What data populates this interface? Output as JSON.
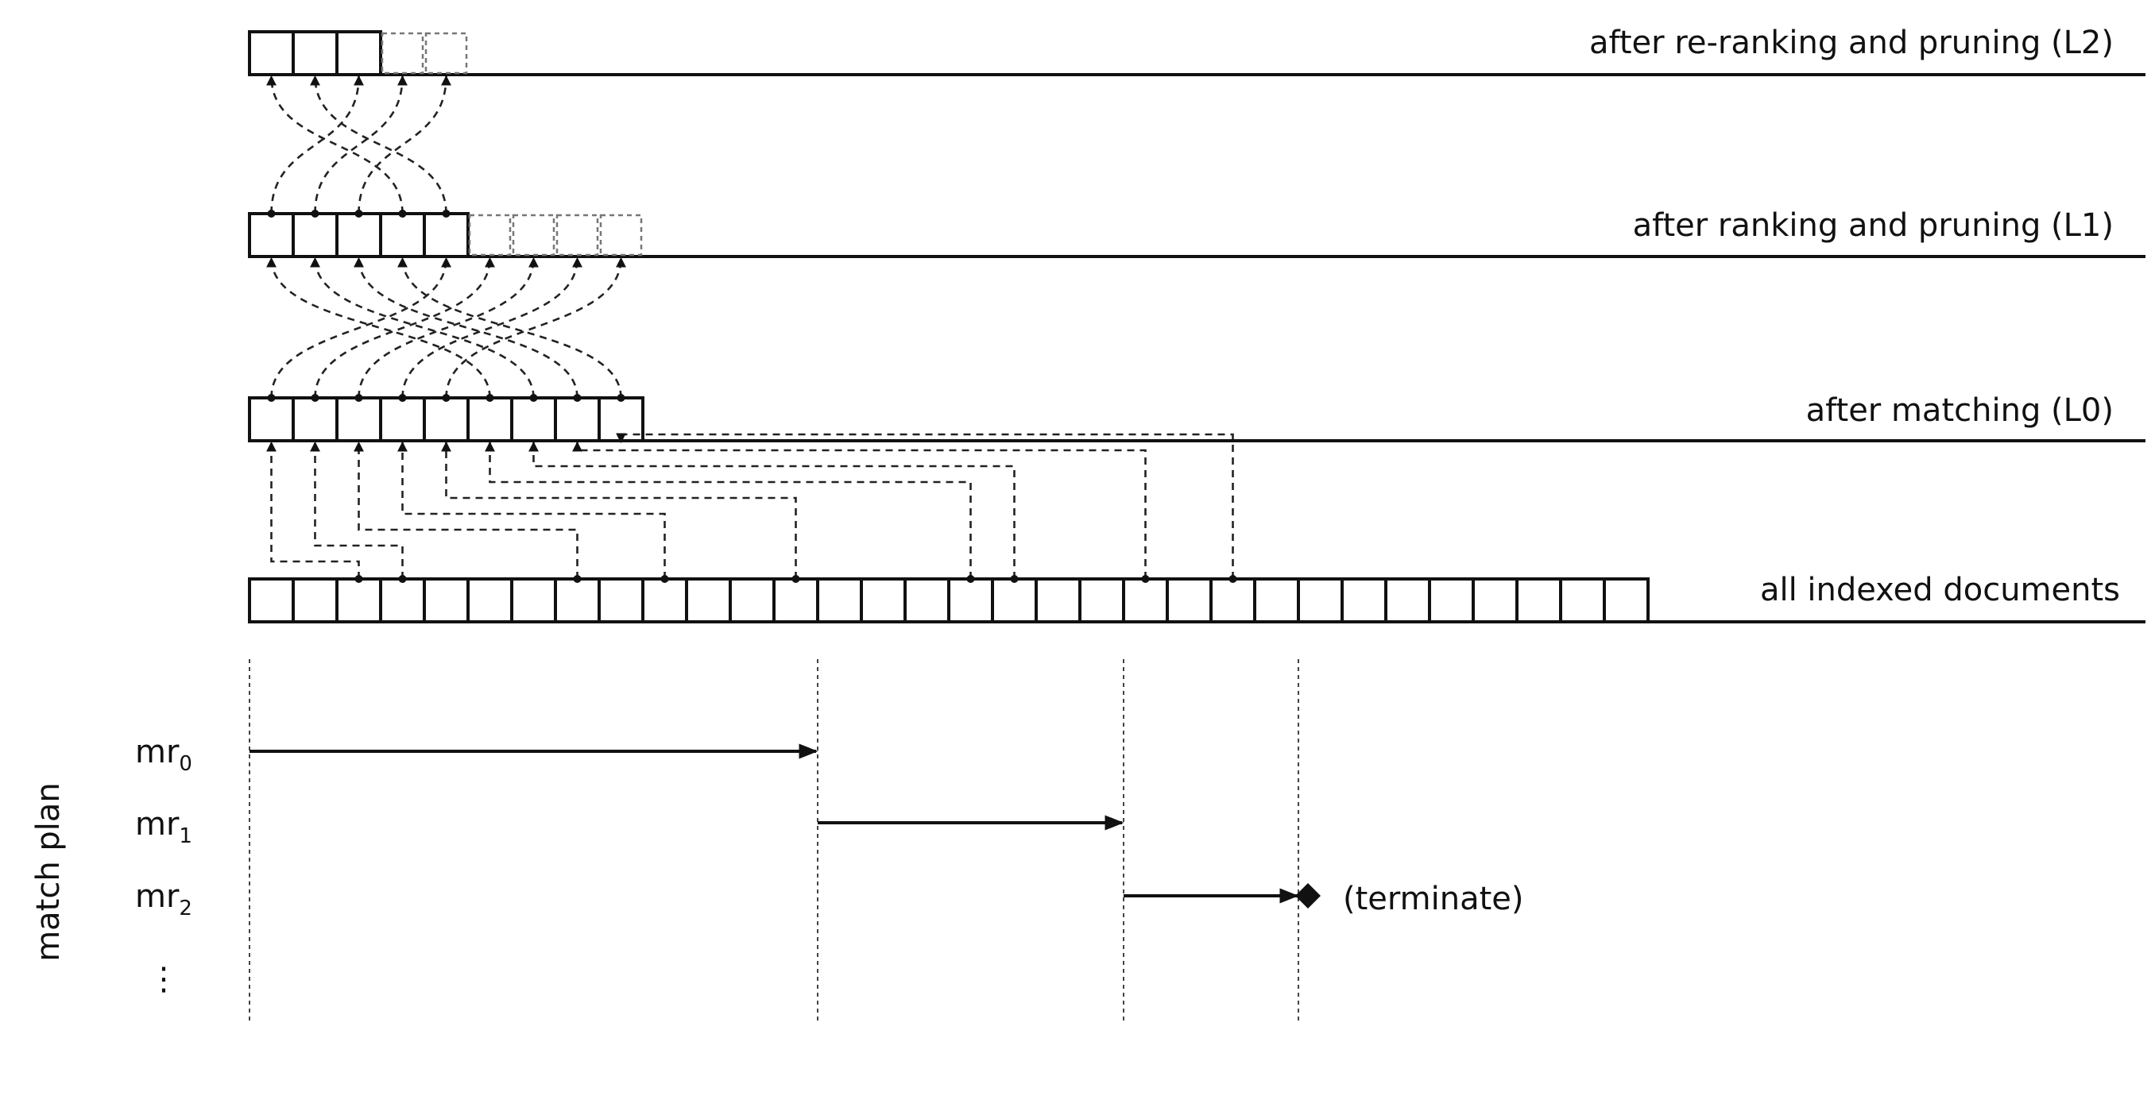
{
  "levels": {
    "l2": {
      "label": "after re-ranking and pruning (L2)",
      "kept": 3,
      "pruned": 2
    },
    "l1": {
      "label": "after ranking and pruning (L1)",
      "kept": 5,
      "pruned": 4
    },
    "l0": {
      "label": "after matching (L0)",
      "kept": 9,
      "pruned": 0
    },
    "all": {
      "label": "all indexed documents",
      "total": 32,
      "matched_indices": [
        2,
        3,
        7,
        9,
        12,
        16,
        17,
        20,
        22
      ]
    }
  },
  "match_plan": {
    "title": "match plan",
    "rules": [
      {
        "base": "mr",
        "sub": "0"
      },
      {
        "base": "mr",
        "sub": "1"
      },
      {
        "base": "mr",
        "sub": "2"
      }
    ],
    "ellipsis": "⋮",
    "terminate": "(terminate)",
    "boundary_doc_indices": [
      0,
      13,
      20,
      24
    ]
  }
}
